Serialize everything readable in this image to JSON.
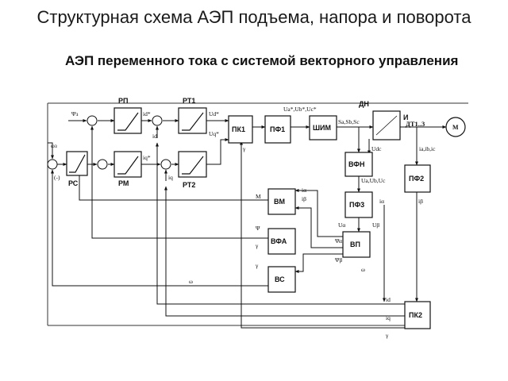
{
  "slide": {
    "title": "Структурная схема АЭП подъема, напора и поворота",
    "subtitle": "АЭП переменного тока с системой векторного управления"
  },
  "blocks": {
    "rp": "РП",
    "rt1": "РТ1",
    "rs": "РС",
    "rm": "РМ",
    "rt2": "РТ2",
    "pk1": "ПК1",
    "pf1": "ПФ1",
    "shim": "ШИМ",
    "dn": "ДН",
    "inv": "И",
    "dt": "ДТ1..3",
    "motor": "М",
    "vfn": "ВФН",
    "pf2": "ПФ2",
    "pf3": "ПФ3",
    "vm": "ВМ",
    "vfa": "ВФА",
    "vp": "ВП",
    "vs": "ВС",
    "pk2": "ПК2"
  },
  "signals": {
    "psi_set": "Ψз",
    "id_ref": "id*",
    "ud_ref": "Ud*",
    "id": "id",
    "omega_set": "ωз",
    "minus": "(-)",
    "iq_ref": "iq*",
    "uq_ref": "Uq*",
    "iq": "iq",
    "gamma": "γ",
    "uabc_ref": "Ua*,Ub*,Uc*",
    "sabc": "Sa,Sb,Sc",
    "udc": "Udc",
    "iabc": "ia,ib,ic",
    "uabc": "Ua,Ub,Uc",
    "u_alpha": "Uα",
    "u_beta": "Uβ",
    "i_alpha": "iα",
    "i_beta": "iβ",
    "psi_alpha": "Ψα",
    "psi_beta": "Ψβ",
    "m": "M",
    "psi": "Ψ",
    "omega": "ω",
    "omega_vp": "ω",
    "id_fb": "id",
    "iq_fb": "iq",
    "gamma_fb": "γ",
    "gamma_vs": "γ",
    "gamma_pk1": "γ",
    "i_alpha_vm": "iα",
    "i_beta_vm": "iβ"
  }
}
